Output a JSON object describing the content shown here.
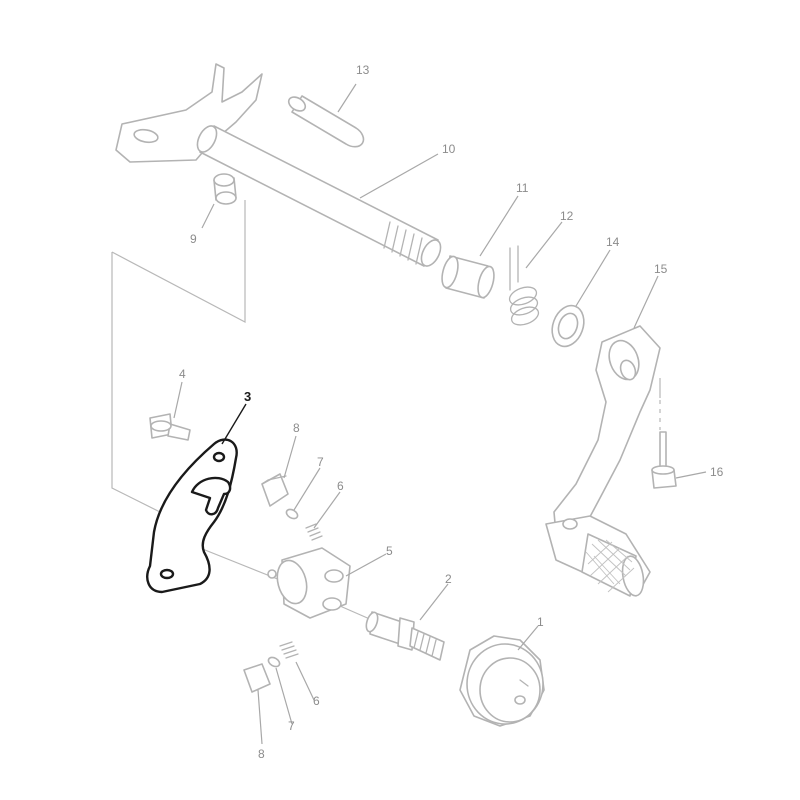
{
  "callouts": {
    "c1": "1",
    "c2": "2",
    "c3": "3",
    "c4": "4",
    "c5": "5",
    "c6a": "6",
    "c6b": "6",
    "c7a": "7",
    "c7b": "7",
    "c8a": "8",
    "c8b": "8",
    "c9": "9",
    "c10": "10",
    "c11": "11",
    "c12": "12",
    "c13": "13",
    "c14": "14",
    "c15": "15",
    "c16": "16"
  },
  "colors": {
    "part_outline": "#b3b3b3",
    "highlight_outline": "#1a1a1a",
    "callout_text": "#8c8c8c",
    "background": "#ffffff"
  }
}
